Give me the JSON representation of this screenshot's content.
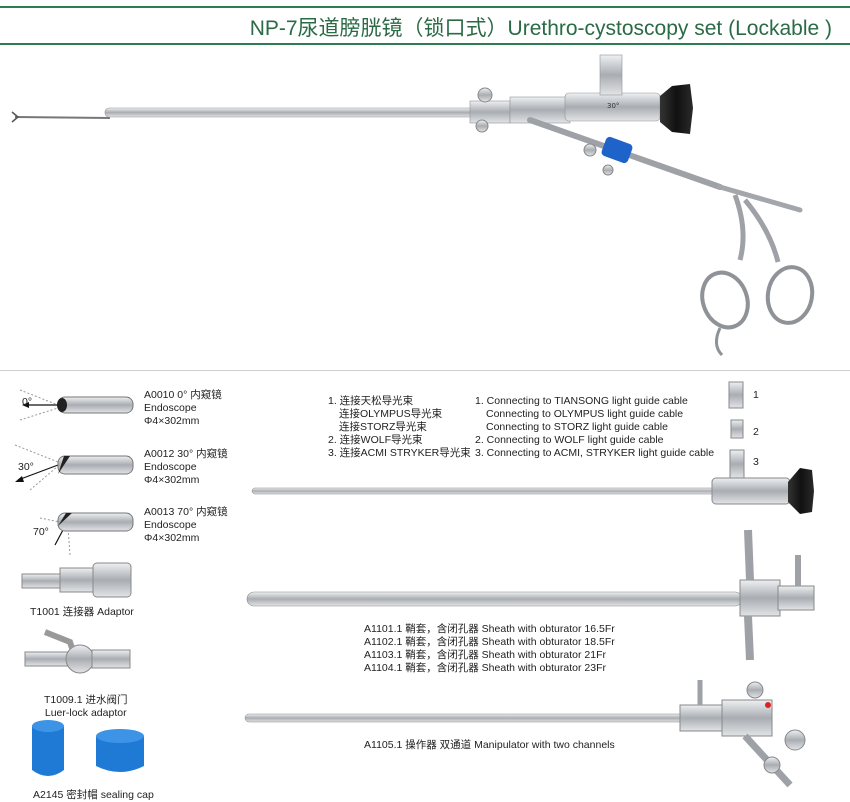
{
  "header": {
    "title": "NP-7尿道膀胱镜（锁口式）Urethro-cystoscopy set (Lockable )"
  },
  "endoscopes": [
    {
      "code_line": "A0010  0° 内窥镜",
      "type": "Endoscope",
      "spec": "Φ4×302mm",
      "angle_label": "0°"
    },
    {
      "code_line": "A0012  30° 内窥镜",
      "type": "Endoscope",
      "spec": "Φ4×302mm",
      "angle_label": "30°"
    },
    {
      "code_line": "A0013  70° 内窥镜",
      "type": "Endoscope",
      "spec": "Φ4×302mm",
      "angle_label": "70°"
    }
  ],
  "accessories": [
    {
      "label": "T1001 连接器 Adaptor"
    },
    {
      "label_line1": "T1009.1 进水阀门",
      "label_line2": "Luer-lock adaptor"
    },
    {
      "label": "A2145 密封帽 sealing cap"
    }
  ],
  "connections_cn": [
    "1. 连接天松导光束",
    "连接OLYMPUS导光束",
    "连接STORZ导光束",
    "2. 连接WOLF导光束",
    "3. 连接ACMI STRYKER导光束"
  ],
  "connections_en": [
    "1. Connecting to TIANSONG light guide cable",
    "Connecting to OLYMPUS light guide cable",
    "Connecting to STORZ light guide cable",
    "2. Connecting to WOLF light guide cable",
    "3. Connecting to ACMI, STRYKER light guide cable"
  ],
  "adapter_numbers": [
    "1",
    "2",
    "3"
  ],
  "sheaths": [
    "A1101.1 鞘套，含闭孔器  Sheath with obturator  16.5Fr",
    "A1102.1 鞘套，含闭孔器  Sheath with obturator  18.5Fr",
    "A1103.1 鞘套，含闭孔器  Sheath with obturator  21Fr",
    "A1104.1 鞘套，含闭孔器  Sheath with obturator  23Fr"
  ],
  "manipulator": "A1105.1 操作器 双通道 Manipulator with two channels",
  "scope_marking": "30°",
  "colors": {
    "brand_green": "#2a6b45",
    "valve_blue": "#1e63c9",
    "cap_blue": "#1f7ad6",
    "steel": "#b9bdc2"
  }
}
